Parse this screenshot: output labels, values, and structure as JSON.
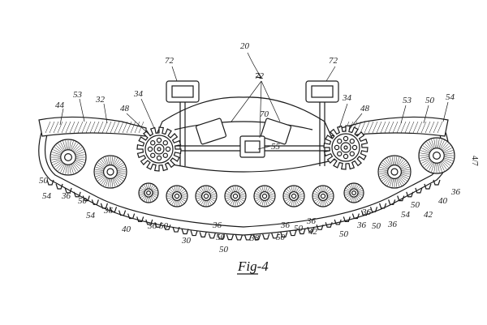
{
  "figure": {
    "label": "Fig-4",
    "sheet_number": "4/7"
  },
  "reference_numerals": {
    "assembly": "20",
    "actuator": "72",
    "body": "70",
    "sprocket": "34",
    "sprocket_alt": "48",
    "frame": "53",
    "frame_side": "32",
    "track_end": "44",
    "rail": "50",
    "idler": "54",
    "chain": "55",
    "tread": "36",
    "belt": "40",
    "roller_group": "42",
    "link": "30",
    "lower_rail": "38"
  }
}
